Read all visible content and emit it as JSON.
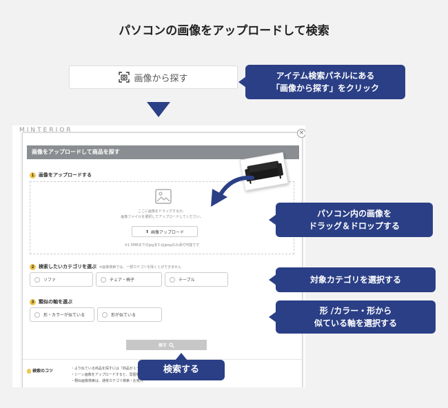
{
  "title": "パソコンの画像をアップロードして検索",
  "search_button": {
    "label": "画像から探す",
    "icon": "camera-icon"
  },
  "callouts": {
    "click": "アイテム検索パネルにある\n「画像から探す」をクリック",
    "drag": "パソコン内の画像を\nドラッグ＆ドロップする",
    "category": "対象カテゴリを選択する",
    "axis": "形 /カラー・形から\n似ている軸を選択する",
    "search": "検索する"
  },
  "site": {
    "brand": "MINTERIOR"
  },
  "modal": {
    "header": "画像をアップロードして商品を探す",
    "close": "×",
    "step1": {
      "num": "1",
      "label": "画像をアップロードする"
    },
    "dropzone": {
      "line1": "ここに画像をドラッグするか、",
      "line2": "画像ファイルを選択してアップロードしてください。",
      "upload_label": "画像アップロード",
      "limit": "※1.5MBまでのjpgまたはjpegのみ添付可能です"
    },
    "step2": {
      "num": "2",
      "label": "検索したいカテゴリを選ぶ",
      "note": "※画像検索では、一部カテゴリを除くとができません"
    },
    "categories": [
      "ソファ",
      "チェア・椅子",
      "テーブル"
    ],
    "step3": {
      "num": "3",
      "label": "類似の軸を選ぶ"
    },
    "axes": [
      "形・カラーが似ている",
      "形が似ている"
    ],
    "search_label": "探す",
    "tips": {
      "title": "検索のコツ",
      "items": [
        "・より似ている商品を探すには「商品が１つだ",
        "・シーン画像をアップロードすると、雰囲気に",
        "・類似画像検索は、通常カテゴリ検索・お気入"
      ]
    }
  },
  "colors": {
    "accent": "#2b3f86",
    "step": "#f0c64b"
  }
}
